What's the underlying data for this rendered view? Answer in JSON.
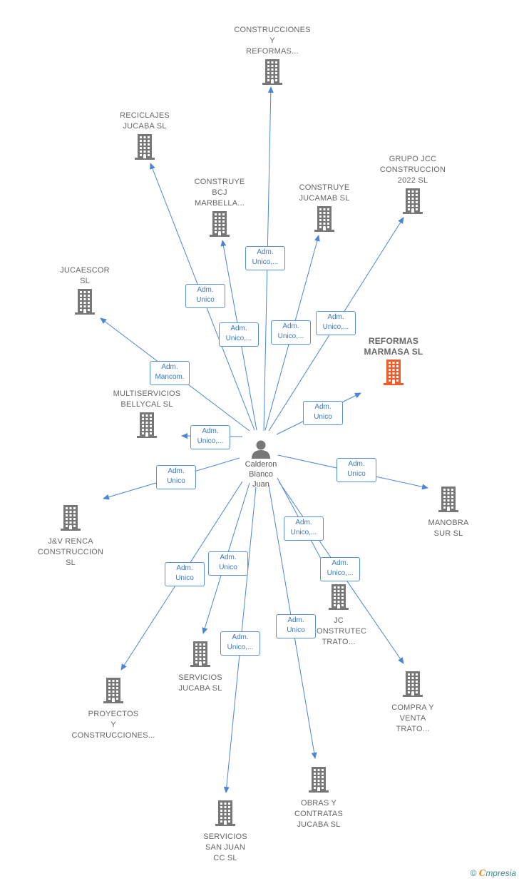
{
  "center": {
    "label": "Calderon\nBlanco\nJuan",
    "icon": "person-icon"
  },
  "colors": {
    "edge": "#4a86d4",
    "building": "#777777",
    "highlight": "#f15a29"
  },
  "nodes": [
    {
      "id": "construcciones-reformas",
      "label": "CONSTRUCCIONES\nY\nREFORMAS..."
    },
    {
      "id": "reciclajes-jucaba",
      "label": "RECICLAJES\nJUCABA  SL"
    },
    {
      "id": "construye-bcj",
      "label": "CONSTRUYE\nBCJ\nMARBELLA..."
    },
    {
      "id": "construye-jucamab",
      "label": "CONSTRUYE\nJUCAMAB  SL"
    },
    {
      "id": "grupo-jcc",
      "label": "GRUPO JCC\nCONSTRUCCION\n2022  SL"
    },
    {
      "id": "jucaescor",
      "label": "JUCAESCOR\nSL"
    },
    {
      "id": "reformas-marmasa",
      "label": "REFORMAS\nMARMASA  SL",
      "highlight": true
    },
    {
      "id": "multiservicios-bellycal",
      "label": "MULTISERVICIOS\nBELLYCAL SL"
    },
    {
      "id": "manobra-sur",
      "label": "MANOBRA\nSUR SL"
    },
    {
      "id": "jv-renca",
      "label": "J&V RENCA\nCONSTRUCCION\nSL"
    },
    {
      "id": "jc-construtec",
      "label": "JC\nCONSTRUTEC\nTRATO..."
    },
    {
      "id": "servicios-jucaba",
      "label": "SERVICIOS\nJUCABA SL"
    },
    {
      "id": "compra-venta",
      "label": "COMPRA Y\nVENTA\nTRATO..."
    },
    {
      "id": "proyectos-construcciones",
      "label": "PROYECTOS\nY\nCONSTRUCCIONES..."
    },
    {
      "id": "obras-contratas",
      "label": "OBRAS Y\nCONTRATAS\nJUCABA  SL"
    },
    {
      "id": "servicios-san-juan",
      "label": "SERVICIOS\nSAN JUAN\nCC  SL"
    }
  ],
  "edges": [
    {
      "to": "construcciones-reformas",
      "label": "Adm.\nUnico,..."
    },
    {
      "to": "reciclajes-jucaba",
      "label": "Adm.\nUnico"
    },
    {
      "to": "construye-bcj",
      "label": "Adm.\nUnico,..."
    },
    {
      "to": "construye-jucamab",
      "label": "Adm.\nUnico,..."
    },
    {
      "to": "grupo-jcc",
      "label": "Adm.\nUnico,..."
    },
    {
      "to": "jucaescor",
      "label": "Adm.\nMancom."
    },
    {
      "to": "reformas-marmasa",
      "label": "Adm.\nUnico"
    },
    {
      "to": "multiservicios-bellycal",
      "label": "Adm.\nUnico,..."
    },
    {
      "to": "manobra-sur",
      "label": "Adm.\nUnico"
    },
    {
      "to": "jv-renca",
      "label": "Adm.\nUnico"
    },
    {
      "to": "jc-construtec",
      "label": "Adm.\nUnico,..."
    },
    {
      "to": "compra-venta",
      "label": "Adm.\nUnico,..."
    },
    {
      "to": "servicios-jucaba",
      "label": "Adm.\nUnico"
    },
    {
      "to": "proyectos-construcciones",
      "label": "Adm.\nUnico"
    },
    {
      "to": "servicios-san-juan",
      "label": "Adm.\nUnico,..."
    },
    {
      "to": "obras-contratas",
      "label": "Adm.\nUnico"
    }
  ],
  "footer": {
    "copyright": "©",
    "brand_initial": "C",
    "brand_rest": "mpresia"
  }
}
